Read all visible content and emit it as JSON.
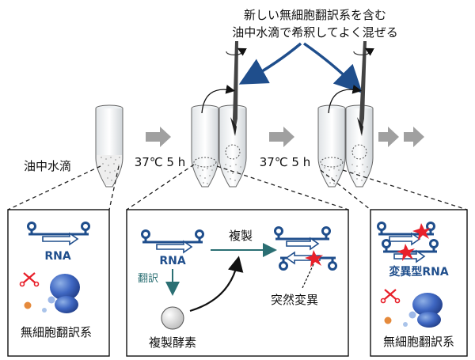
{
  "top_caption": [
    "新しい無細胞翻訳系を含む",
    "油中水滴で希釈してよく混ぜる"
  ],
  "label_droplet": "油中水滴",
  "label_incubation_1": "37℃ 5 h",
  "label_incubation_2": "37℃ 5 h",
  "panel_left": {
    "rna": "RNA",
    "system": "無細胞翻訳系"
  },
  "panel_center": {
    "rna": "RNA",
    "translation": "翻訳",
    "replication": "複製",
    "enzyme": "複製酵素",
    "mutation": "突然変異"
  },
  "panel_right": {
    "mutant_rna": "変異型RNA",
    "system": "無細胞翻訳系"
  },
  "colors": {
    "rna_blue": "#1f4e8c",
    "red_mark": "#e8202a",
    "arrow_gray": "#a0a0a0",
    "teal_arrow": "#2b6f73"
  }
}
